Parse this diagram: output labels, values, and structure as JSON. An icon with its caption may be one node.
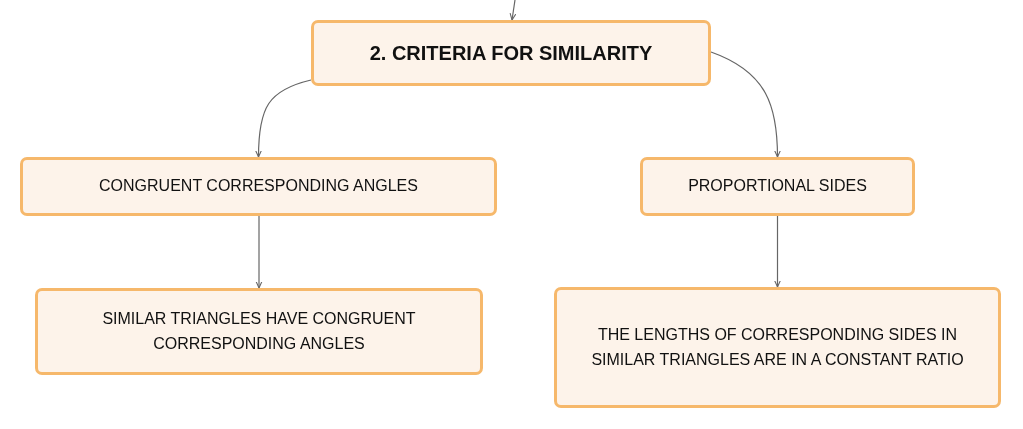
{
  "diagram": {
    "nodes": [
      {
        "text": [
          "2. CRITERIA FOR SIMILARITY"
        ]
      },
      {
        "text": [
          "CONGRUENT CORRESPONDING ANGLES"
        ]
      },
      {
        "text": [
          "PROPORTIONAL SIDES"
        ]
      },
      {
        "text": [
          "SIMILAR TRIANGLES HAVE CONGRUENT CORRESPONDING ANGLES"
        ]
      },
      {
        "text": [
          "THE LENGTHS OF CORRESPONDING SIDES IN SIMILAR TRIANGLES ARE IN A CONSTANT RATIO"
        ]
      }
    ],
    "edges": [
      {
        "from": null,
        "to": 0,
        "arrow": "to"
      },
      {
        "from": 0,
        "to": 1,
        "arrow": "to"
      },
      {
        "from": 0,
        "to": 2,
        "arrow": "to"
      },
      {
        "from": 1,
        "to": 3,
        "arrow": "to"
      },
      {
        "from": 2,
        "to": 4,
        "arrow": "to"
      }
    ]
  }
}
